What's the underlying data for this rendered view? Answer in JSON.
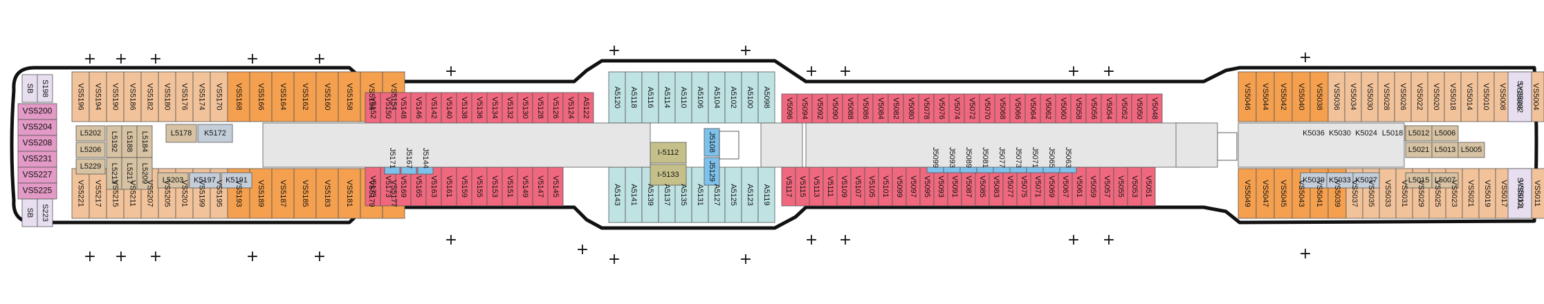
{
  "colors": {
    "hull": "#111111",
    "deck": "#ffffff",
    "corridor": "#e6e6e6",
    "verandah": "#f0687e",
    "vista_suite": "#f2c39a",
    "neptune_suite": "#f5a04e",
    "pinnacle_suite": "#e39ac6",
    "signature_suite": "#e7dff0",
    "lanai": "#bfe3e2",
    "large_interior": "#7ec2ec",
    "large_ocean": "#d7c3a3",
    "interior": "#c3ceda",
    "accessible_ocean": "#c5c08a",
    "stairs": "#8c8c8c",
    "text": "#111111"
  },
  "cabins": {
    "aft_top_vs": [
      "VS5196",
      "VS5194",
      "VS5190",
      "VS5186",
      "VS5182",
      "VS5180",
      "VS5176",
      "VS5174",
      "VS5170"
    ],
    "aft_top_neptune": [
      "VS5168",
      "VS5166",
      "VS5164",
      "VS5162",
      "VS5160",
      "VS5158",
      "VS5156",
      "VS5154"
    ],
    "aft_bottom_vs": [
      "VS5221",
      "VS5217",
      "VS5215",
      "VS5211",
      "VS5207",
      "VS5205",
      "VS5201",
      "VS5199",
      "VS5195"
    ],
    "aft_bottom_neptune": [
      "VS5193",
      "VS5189",
      "VS5187",
      "VS5185",
      "VS5183",
      "VS5181",
      "VS5179",
      "VS5177"
    ],
    "stern_top": [
      "SB",
      "S198"
    ],
    "stern_pinnacle": [
      "VS5200",
      "VS5204",
      "VS5208",
      "VS5231",
      "VS5227",
      "VS5225"
    ],
    "stern_bottom": [
      "SB",
      "S223"
    ],
    "aft_interior": [
      "L5202",
      "L5206",
      "L5229",
      "L5192",
      "L5188",
      "L5184",
      "L5213",
      "L5217",
      "L5209",
      "L5178",
      "K5172",
      "L5203",
      "K5197",
      "K5191"
    ],
    "v_top_1": [
      "V5152",
      "V5150",
      "V5148",
      "V5146",
      "V5142",
      "V5140",
      "V5138",
      "V5136",
      "V5134",
      "V5132",
      "V5130",
      "V5128",
      "V5126",
      "V5124",
      "A5122"
    ],
    "v_bottom_1": [
      "V5175",
      "V5173",
      "V5169",
      "V5165",
      "V5163",
      "V5161",
      "V5159",
      "V5155",
      "V5153",
      "V5151",
      "V5149",
      "V5147",
      "V5145"
    ],
    "lanai_top": [
      "A5120",
      "A5118",
      "A5116",
      "A5114",
      "A5110",
      "A5106",
      "A5104",
      "A5102",
      "A5100",
      "A5098"
    ],
    "lanai_bottom": [
      "A5143",
      "A5141",
      "A5139",
      "A5137",
      "A5135",
      "A5131",
      "A5127",
      "A5125",
      "A5123",
      "A5119"
    ],
    "mid_interior": [
      "J5171",
      "J5167",
      "J5144",
      "I-5112",
      "I-5133",
      "J5108",
      "J5129"
    ],
    "v_top_2": [
      "V5096",
      "V5094",
      "V5092",
      "V5090",
      "V5088",
      "V5086",
      "V5084",
      "V5082",
      "V5080",
      "V5078",
      "V5076",
      "V5074",
      "V5072",
      "V5070",
      "V5068",
      "V5066",
      "V5064",
      "V5062",
      "V5060",
      "V5058",
      "V5056",
      "V5054",
      "V5052",
      "V5050",
      "V5048"
    ],
    "v_bottom_2": [
      "V5117",
      "V5115",
      "V5113",
      "V5111",
      "V5109",
      "V5107",
      "V5105",
      "V5101",
      "V5099",
      "V5097",
      "V5095",
      "V5093",
      "V5091",
      "V5087",
      "V5085",
      "V5083",
      "V5077",
      "V5075",
      "V5071",
      "V5069",
      "V5067",
      "V5061",
      "V5059",
      "V5057",
      "V5055",
      "V5053",
      "V5051"
    ],
    "fwd_interior": [
      "J5099",
      "J5093",
      "J5089",
      "J5081",
      "J5077",
      "J5073",
      "J5071",
      "J5065",
      "J5063"
    ],
    "fwd_top_neptune": [
      "VS5046",
      "VS5044",
      "VS5042",
      "VS5040",
      "VS5038"
    ],
    "fwd_top_vs": [
      "VS5036",
      "VS5034",
      "VS5030",
      "VS5028",
      "VS5026",
      "VS5022",
      "VS5020",
      "VS5018",
      "VS5014",
      "VS5010",
      "VS5008",
      "VS5006",
      "VS5004"
    ],
    "fwd_top_sig": "SYS5002",
    "fwd_bottom_neptune": [
      "VS5049",
      "VS5047",
      "VS5045",
      "VS5043",
      "VS5041",
      "VS5039"
    ],
    "fwd_bottom_vs": [
      "VS5037",
      "VS5035",
      "VS5033",
      "VS5031",
      "VS5029",
      "VS5025",
      "VS5023",
      "VS5021",
      "VS5019",
      "VS5017",
      "VS5013",
      "VS5011",
      "VS5009"
    ],
    "fwd_bottom_sig": "SYS5001",
    "fwd_interior_top": [
      "K5036",
      "K5030",
      "K5024",
      "L5018",
      "L5012",
      "L5006"
    ],
    "fwd_interior_mid": [
      "L5021",
      "L5013",
      "L5005"
    ],
    "fwd_interior_bottom": [
      "K5039",
      "K5033",
      "K5027",
      "L5015",
      "L5007"
    ]
  }
}
